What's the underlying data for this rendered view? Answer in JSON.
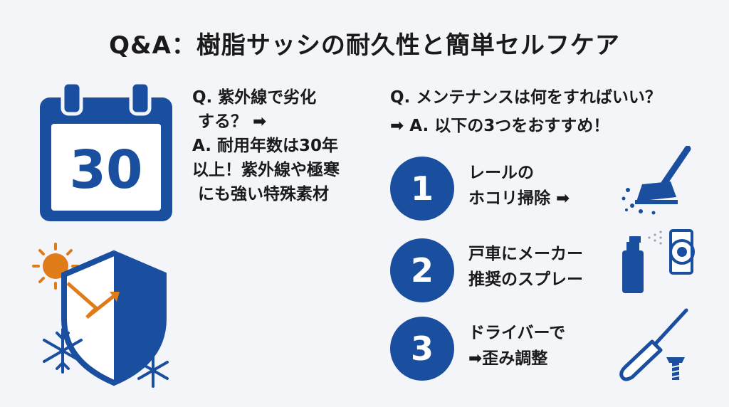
{
  "title": "Q&A：樹脂サッシの耐久性と簡単セルフケア",
  "calendar": {
    "number": "30"
  },
  "left_qa": {
    "lines": [
      "Q. 紫外線で劣化",
      "する？ ➡",
      "A. 耐用年数は30年",
      "以上！紫外線や極寒",
      "にも強い特殊素材"
    ]
  },
  "right_qa": {
    "lines": [
      "Q. メンテナンスは何をすればいい？",
      "➡ A. 以下の3つをおすすめ！"
    ]
  },
  "steps": [
    {
      "number": "1",
      "line1": "レールの",
      "line2": "ホコリ掃除 ➡",
      "icon": "vacuum-icon"
    },
    {
      "number": "2",
      "line1": "戸車にメーカー",
      "line2": "推奨のスプレー",
      "icon": "spray-icon"
    },
    {
      "number": "3",
      "line1": "ドライバーで",
      "line2": "➡歪み調整",
      "icon": "screwdriver-icon"
    }
  ],
  "colors": {
    "primary": "#1a4fa0",
    "accent": "#e07b1a",
    "background": "#f3f5f9"
  }
}
